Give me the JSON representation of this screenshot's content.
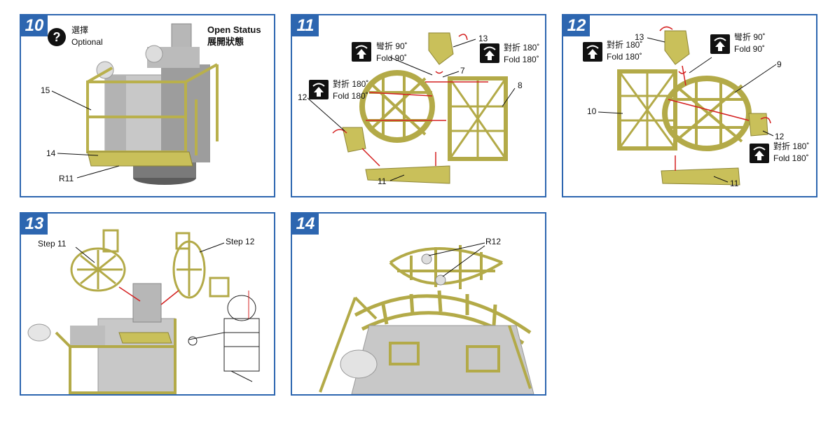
{
  "colors": {
    "frame": "#2d66b0",
    "part": "#c9c05a",
    "partDark": "#8e8635",
    "grey": "#c8c8c8",
    "red": "#d42020"
  },
  "step10": {
    "number": "10",
    "optional_cn": "選擇",
    "optional_en": "Optional",
    "open_en": "Open Status",
    "open_cn": "展開狀態",
    "callouts": [
      "15",
      "14",
      "R11"
    ]
  },
  "step11": {
    "number": "11",
    "fold90_cn": "彎折 90˚",
    "fold90_en": "Fold 90˚",
    "fold180a_cn": "對折 180˚",
    "fold180a_en": "Fold 180˚",
    "fold180b_cn": "對折 180˚",
    "fold180b_en": "Fold 180˚",
    "callouts": {
      "p13": "13",
      "p7": "7",
      "p8": "8",
      "p12": "12",
      "p11": "11"
    }
  },
  "step12": {
    "number": "12",
    "fold180a_cn": "對折 180˚",
    "fold180a_en": "Fold 180˚",
    "fold90_cn": "彎折 90˚",
    "fold90_en": "Fold 90˚",
    "fold180b_cn": "對折 180˚",
    "fold180b_en": "Fold 180˚",
    "callouts": {
      "p13": "13",
      "p9": "9",
      "p10": "10",
      "p12": "12",
      "p11": "11"
    }
  },
  "step13": {
    "number": "13",
    "step11_label": "Step 11",
    "step12_label": "Step 12"
  },
  "step14": {
    "number": "14",
    "callout": "R12"
  }
}
